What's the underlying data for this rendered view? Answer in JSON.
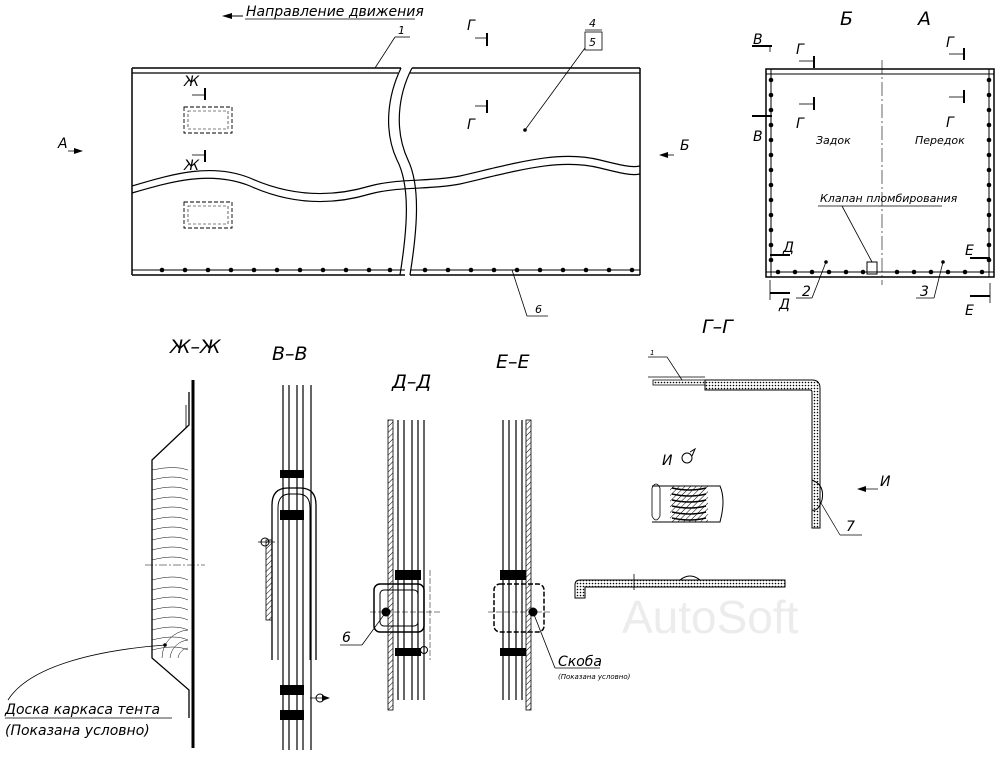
{
  "header": {
    "direction_label": "Направление движения"
  },
  "plan_view": {
    "side_a": "А",
    "side_b": "Б",
    "leader_1": "1",
    "leader_4": "4",
    "leader_5": "5",
    "leader_6": "6",
    "cut_zh": "Ж",
    "cut_g": "Г"
  },
  "end_view": {
    "side_b": "Б",
    "side_a": "А",
    "cut_v": "В",
    "cut_g": "Г",
    "cut_d": "Д",
    "cut_e": "Е",
    "zadok": "Задок",
    "peredok": "Передок",
    "valve_label": "Клапан пломбирования",
    "leader_2": "2",
    "leader_3": "3"
  },
  "sections": {
    "zh_zh": "Ж–Ж",
    "v_v": "В–В",
    "d_d": "Д–Д",
    "e_e": "Е–Е",
    "g_g": "Г–Г"
  },
  "notes": {
    "board_line1": "Доска каркаса тента",
    "board_line2": "(Показана условно)",
    "leader_6": "6",
    "skoba": "Скоба",
    "skoba_note": "(Показана условно)",
    "leader_1": "1",
    "detail_i": "И",
    "view_i": "И",
    "leader_7": "7"
  },
  "watermark": "AutoSoft"
}
